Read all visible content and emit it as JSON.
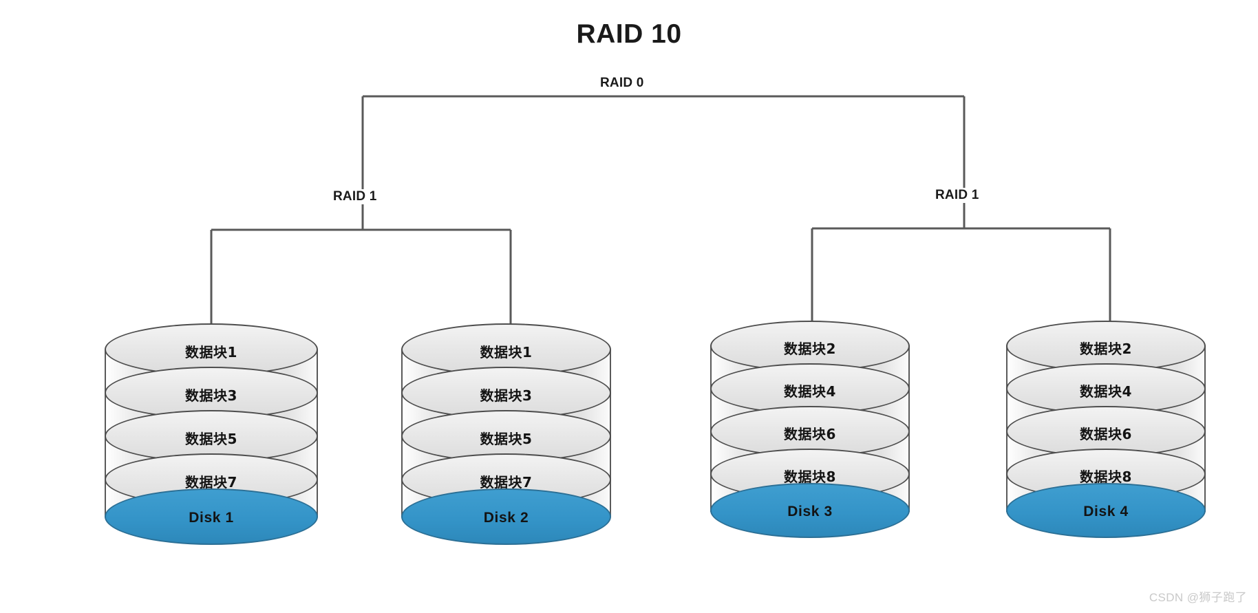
{
  "diagram": {
    "title": "RAID 10",
    "watermark": "CSDN @狮子跑了",
    "colors": {
      "disk_base": "#3494c8",
      "disk_base_border": "#2b6f95",
      "platter": "#e8e8e8",
      "platter_border": "#4d4d4d",
      "wire": "#595959",
      "text": "#1a1a1a"
    },
    "connectors": {
      "root_label": "RAID 0",
      "left_group_label": "RAID 1",
      "right_group_label": "RAID 1"
    },
    "groups": [
      {
        "label": "RAID 1",
        "disks": [
          {
            "name": "Disk  1",
            "blocks": [
              "数据块1",
              "数据块3",
              "数据块5",
              "数据块7"
            ]
          },
          {
            "name": "Disk  2",
            "blocks": [
              "数据块1",
              "数据块3",
              "数据块5",
              "数据块7"
            ]
          }
        ]
      },
      {
        "label": "RAID 1",
        "disks": [
          {
            "name": "Disk 3",
            "blocks": [
              "数据块2",
              "数据块4",
              "数据块6",
              "数据块8"
            ]
          },
          {
            "name": "Disk 4",
            "blocks": [
              "数据块2",
              "数据块4",
              "数据块6",
              "数据块8"
            ]
          }
        ]
      }
    ]
  }
}
